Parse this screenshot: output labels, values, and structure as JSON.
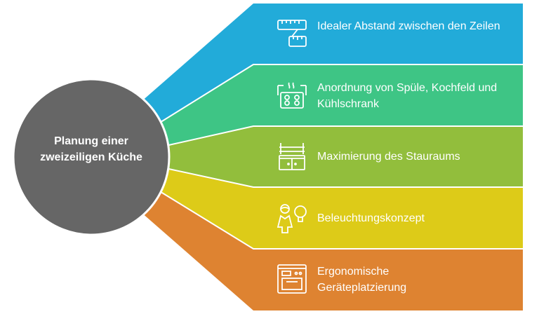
{
  "center": {
    "title": "Planung einer zweizeiligen Küche"
  },
  "colors": {
    "center": "#666666",
    "branches": [
      "#22ABD9",
      "#3EC585",
      "#92BE3C",
      "#DDCB18",
      "#DE8331"
    ]
  },
  "branches": [
    {
      "label": "Idealer Abstand zwischen den Zeilen",
      "icon": "measuring-tape-icon"
    },
    {
      "label": "Anordnung von Spüle, Kochfeld und Kühlschrank",
      "icon": "stove-icon"
    },
    {
      "label": "Maximierung des Stauraums",
      "icon": "cabinet-icon"
    },
    {
      "label": "Beleuchtungskonzept",
      "icon": "person-lightbulb-icon"
    },
    {
      "label": "Ergonomische Geräteplatzierung",
      "icon": "oven-icon"
    }
  ]
}
